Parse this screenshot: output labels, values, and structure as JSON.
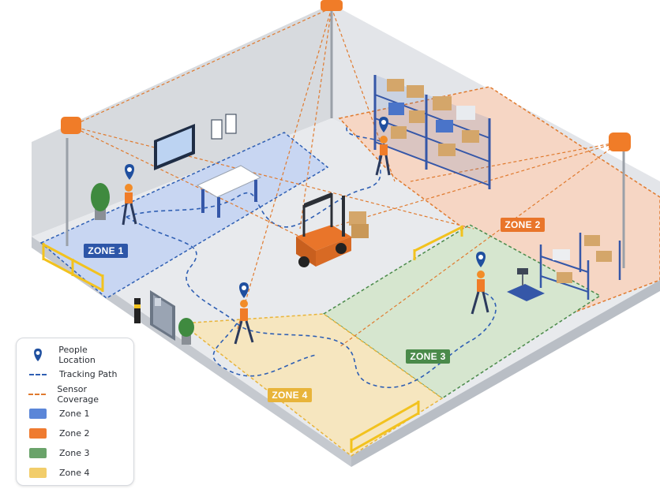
{
  "zones": [
    {
      "label": "ZONE 1",
      "color": "#2d56a8"
    },
    {
      "label": "ZONE 2",
      "color": "#e9752a"
    },
    {
      "label": "ZONE 3",
      "color": "#4a8a4a"
    },
    {
      "label": "ZONE 4",
      "color": "#e8b43a"
    }
  ],
  "legend": {
    "items": [
      {
        "label": "People Location",
        "icon": "location-pin-icon",
        "color": "#1f4f9f"
      },
      {
        "label": "Tracking Path",
        "icon": "dashed-line-icon",
        "color": "#2f5fb3"
      },
      {
        "label": "Sensor Coverage",
        "icon": "dashed-line-icon",
        "color": "#e07a2e"
      },
      {
        "label": "Zone 1",
        "icon": "swatch",
        "color": "#5b86d8"
      },
      {
        "label": "Zone 2",
        "icon": "swatch",
        "color": "#ef7b30"
      },
      {
        "label": "Zone 3",
        "icon": "swatch",
        "color": "#6aa36a"
      },
      {
        "label": "Zone 4",
        "icon": "swatch",
        "color": "#f2cd6a"
      }
    ]
  },
  "colors": {
    "zone1_fill": "#c8d6f2",
    "zone2_fill": "#f6d6c4",
    "zone3_fill": "#d6e6cf",
    "zone4_fill": "#f6e6bf",
    "floor": "#e9ebee",
    "wall": "#d9dce1",
    "sensor": "#f07c28",
    "pin": "#1f4f9f",
    "rail": "#f2c21e"
  }
}
